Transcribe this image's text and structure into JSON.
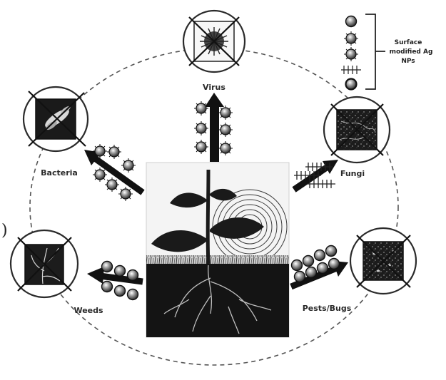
{
  "labels": {
    "virus": "Virus",
    "bacteria": "Bacteria",
    "fungi": "Fungi",
    "weeds": "Weeds",
    "pests": "Pests/Bugs",
    "side_mark": ")"
  },
  "legend": {
    "line1": "Surface",
    "line2": "modified Ag",
    "line3": "NPs"
  },
  "colors": {
    "ink": "#1a1a1a",
    "circle_ring": "#2b2b2b",
    "dashed_ring": "#555555",
    "soil": "#141414",
    "background": "#ffffff"
  },
  "icons": {
    "virus": "virus-particle-icon",
    "bacteria": "bacteria-icon",
    "fungi": "fungi-icon",
    "weeds": "weed-icon",
    "pests": "pest-bug-icon"
  }
}
